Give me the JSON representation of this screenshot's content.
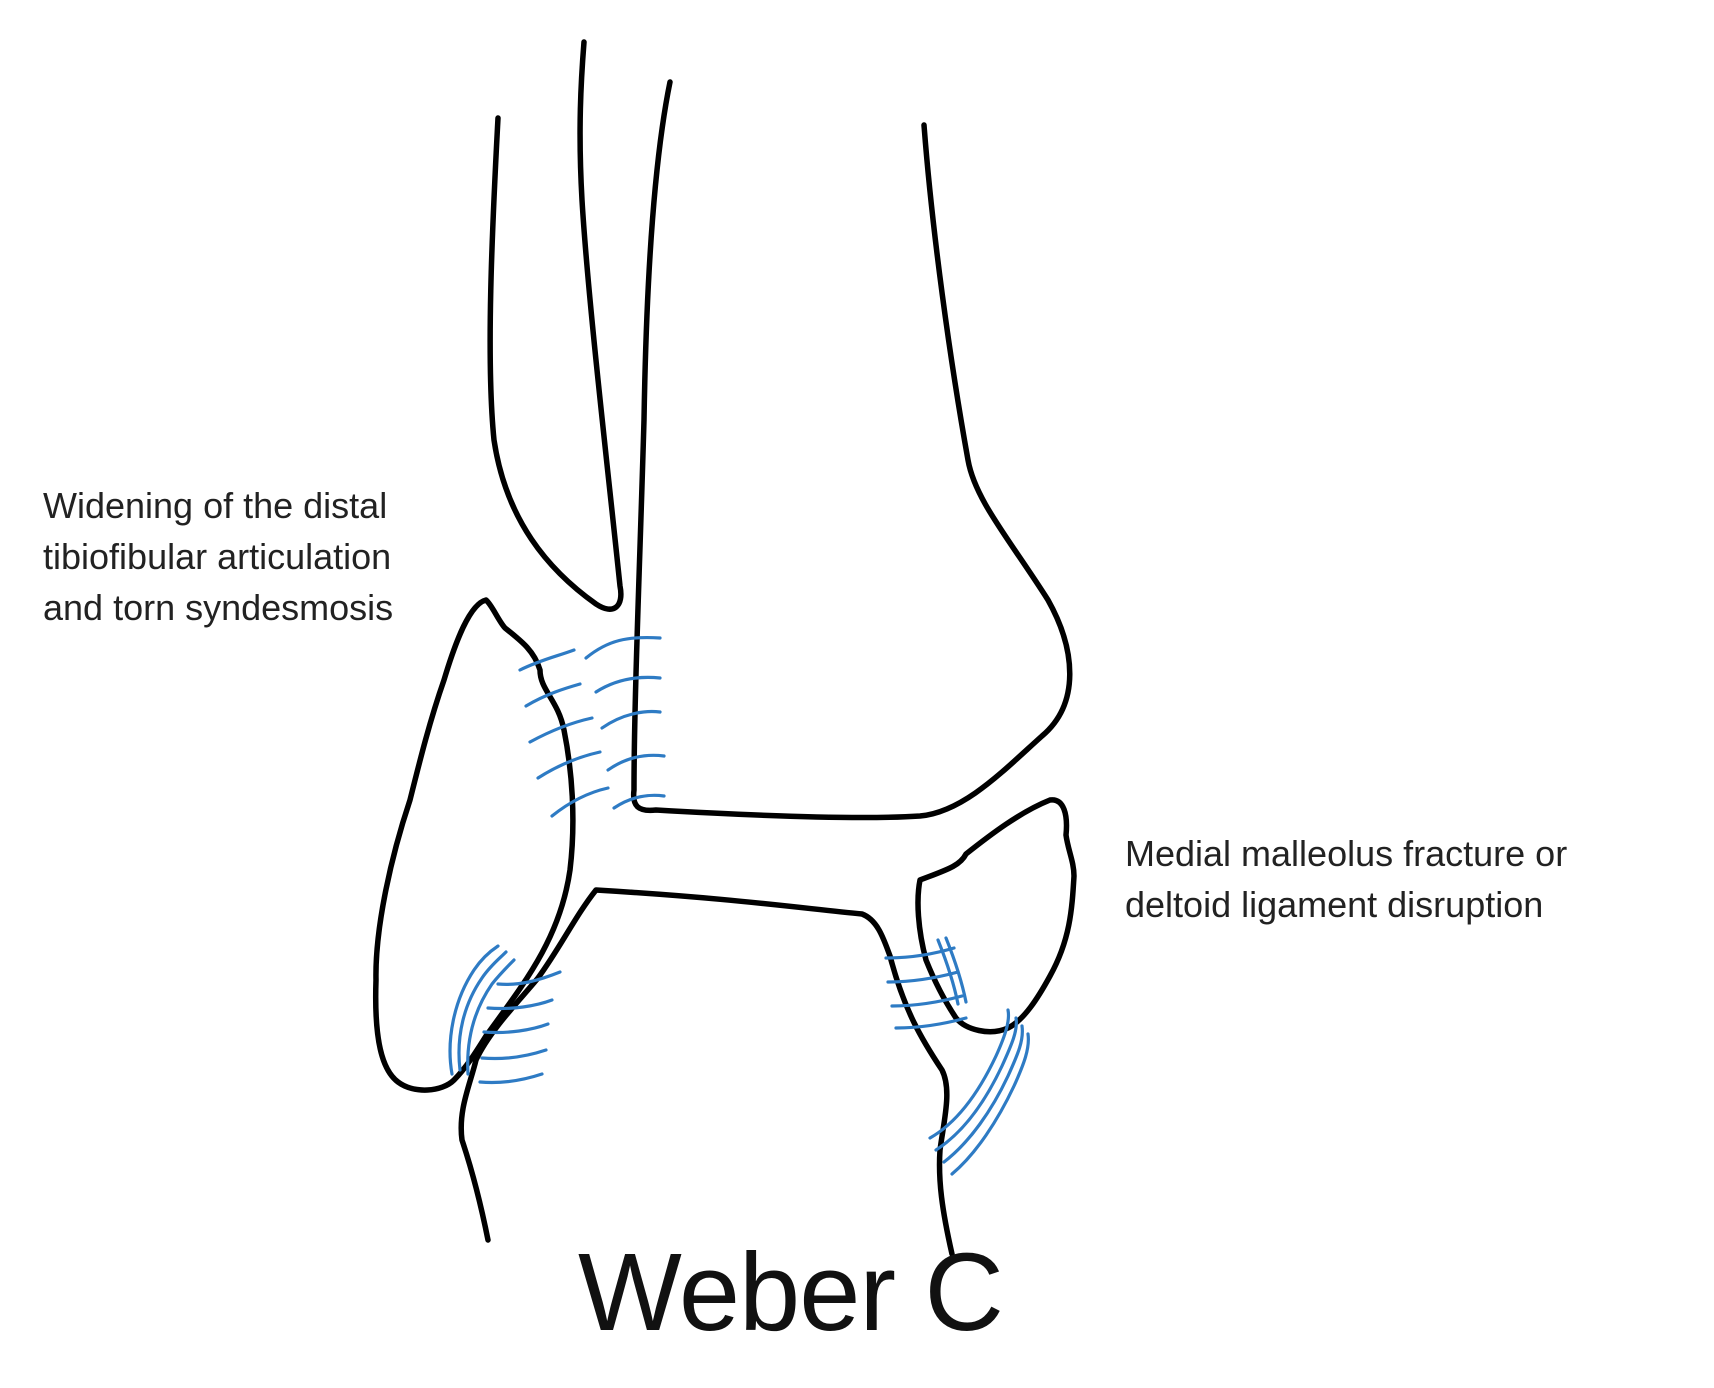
{
  "annotations": {
    "syndesmosis": {
      "lines": [
        "Widening of the distal",
        "tibiofibular articulation",
        "and torn syndesmosis"
      ]
    },
    "medial": {
      "lines": [
        "Medial malleolus fracture or",
        "deltoid ligament disruption"
      ]
    }
  },
  "title": "Weber C",
  "colors": {
    "outline": "#000000",
    "ligament": "#2E7BC4",
    "text": "#222222"
  }
}
